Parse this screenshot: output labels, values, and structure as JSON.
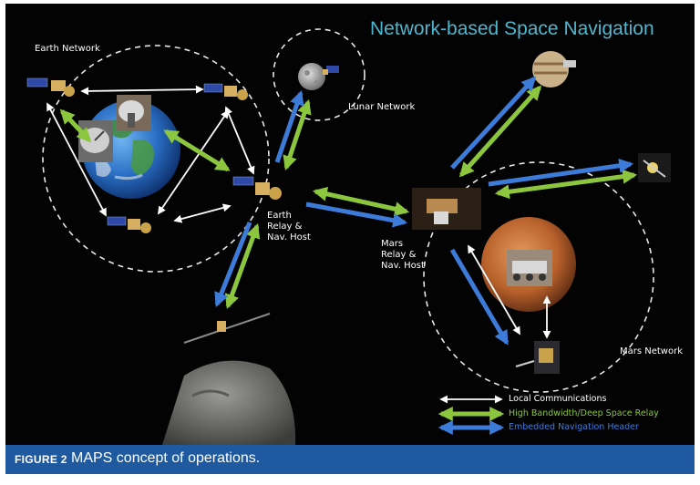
{
  "title": "Network-based Space Navigation",
  "labels": {
    "earth_network": "Earth Network",
    "lunar_network": "Lunar Network",
    "earth_relay": [
      "Earth",
      "Relay &",
      "Nav. Host"
    ],
    "mars_relay": [
      "Mars",
      "Relay &",
      "Nav. Host"
    ],
    "mars_network": "Mars Network"
  },
  "legend": [
    {
      "label": "Local Communications",
      "color": "#ffffff"
    },
    {
      "label": "High Bandwidth/Deep Space Relay",
      "color": "#8cc63f"
    },
    {
      "label": "Embedded Navigation Header",
      "color": "#3d7bd9"
    }
  ],
  "caption": {
    "figure_label": "FIGURE 2",
    "text": "MAPS concept of operations."
  },
  "colors": {
    "local": "#ffffff",
    "relay": "#8cc63f",
    "nav": "#3d7bd9",
    "title": "#4fb6cf",
    "caption_bg": "#1f5aa0"
  }
}
